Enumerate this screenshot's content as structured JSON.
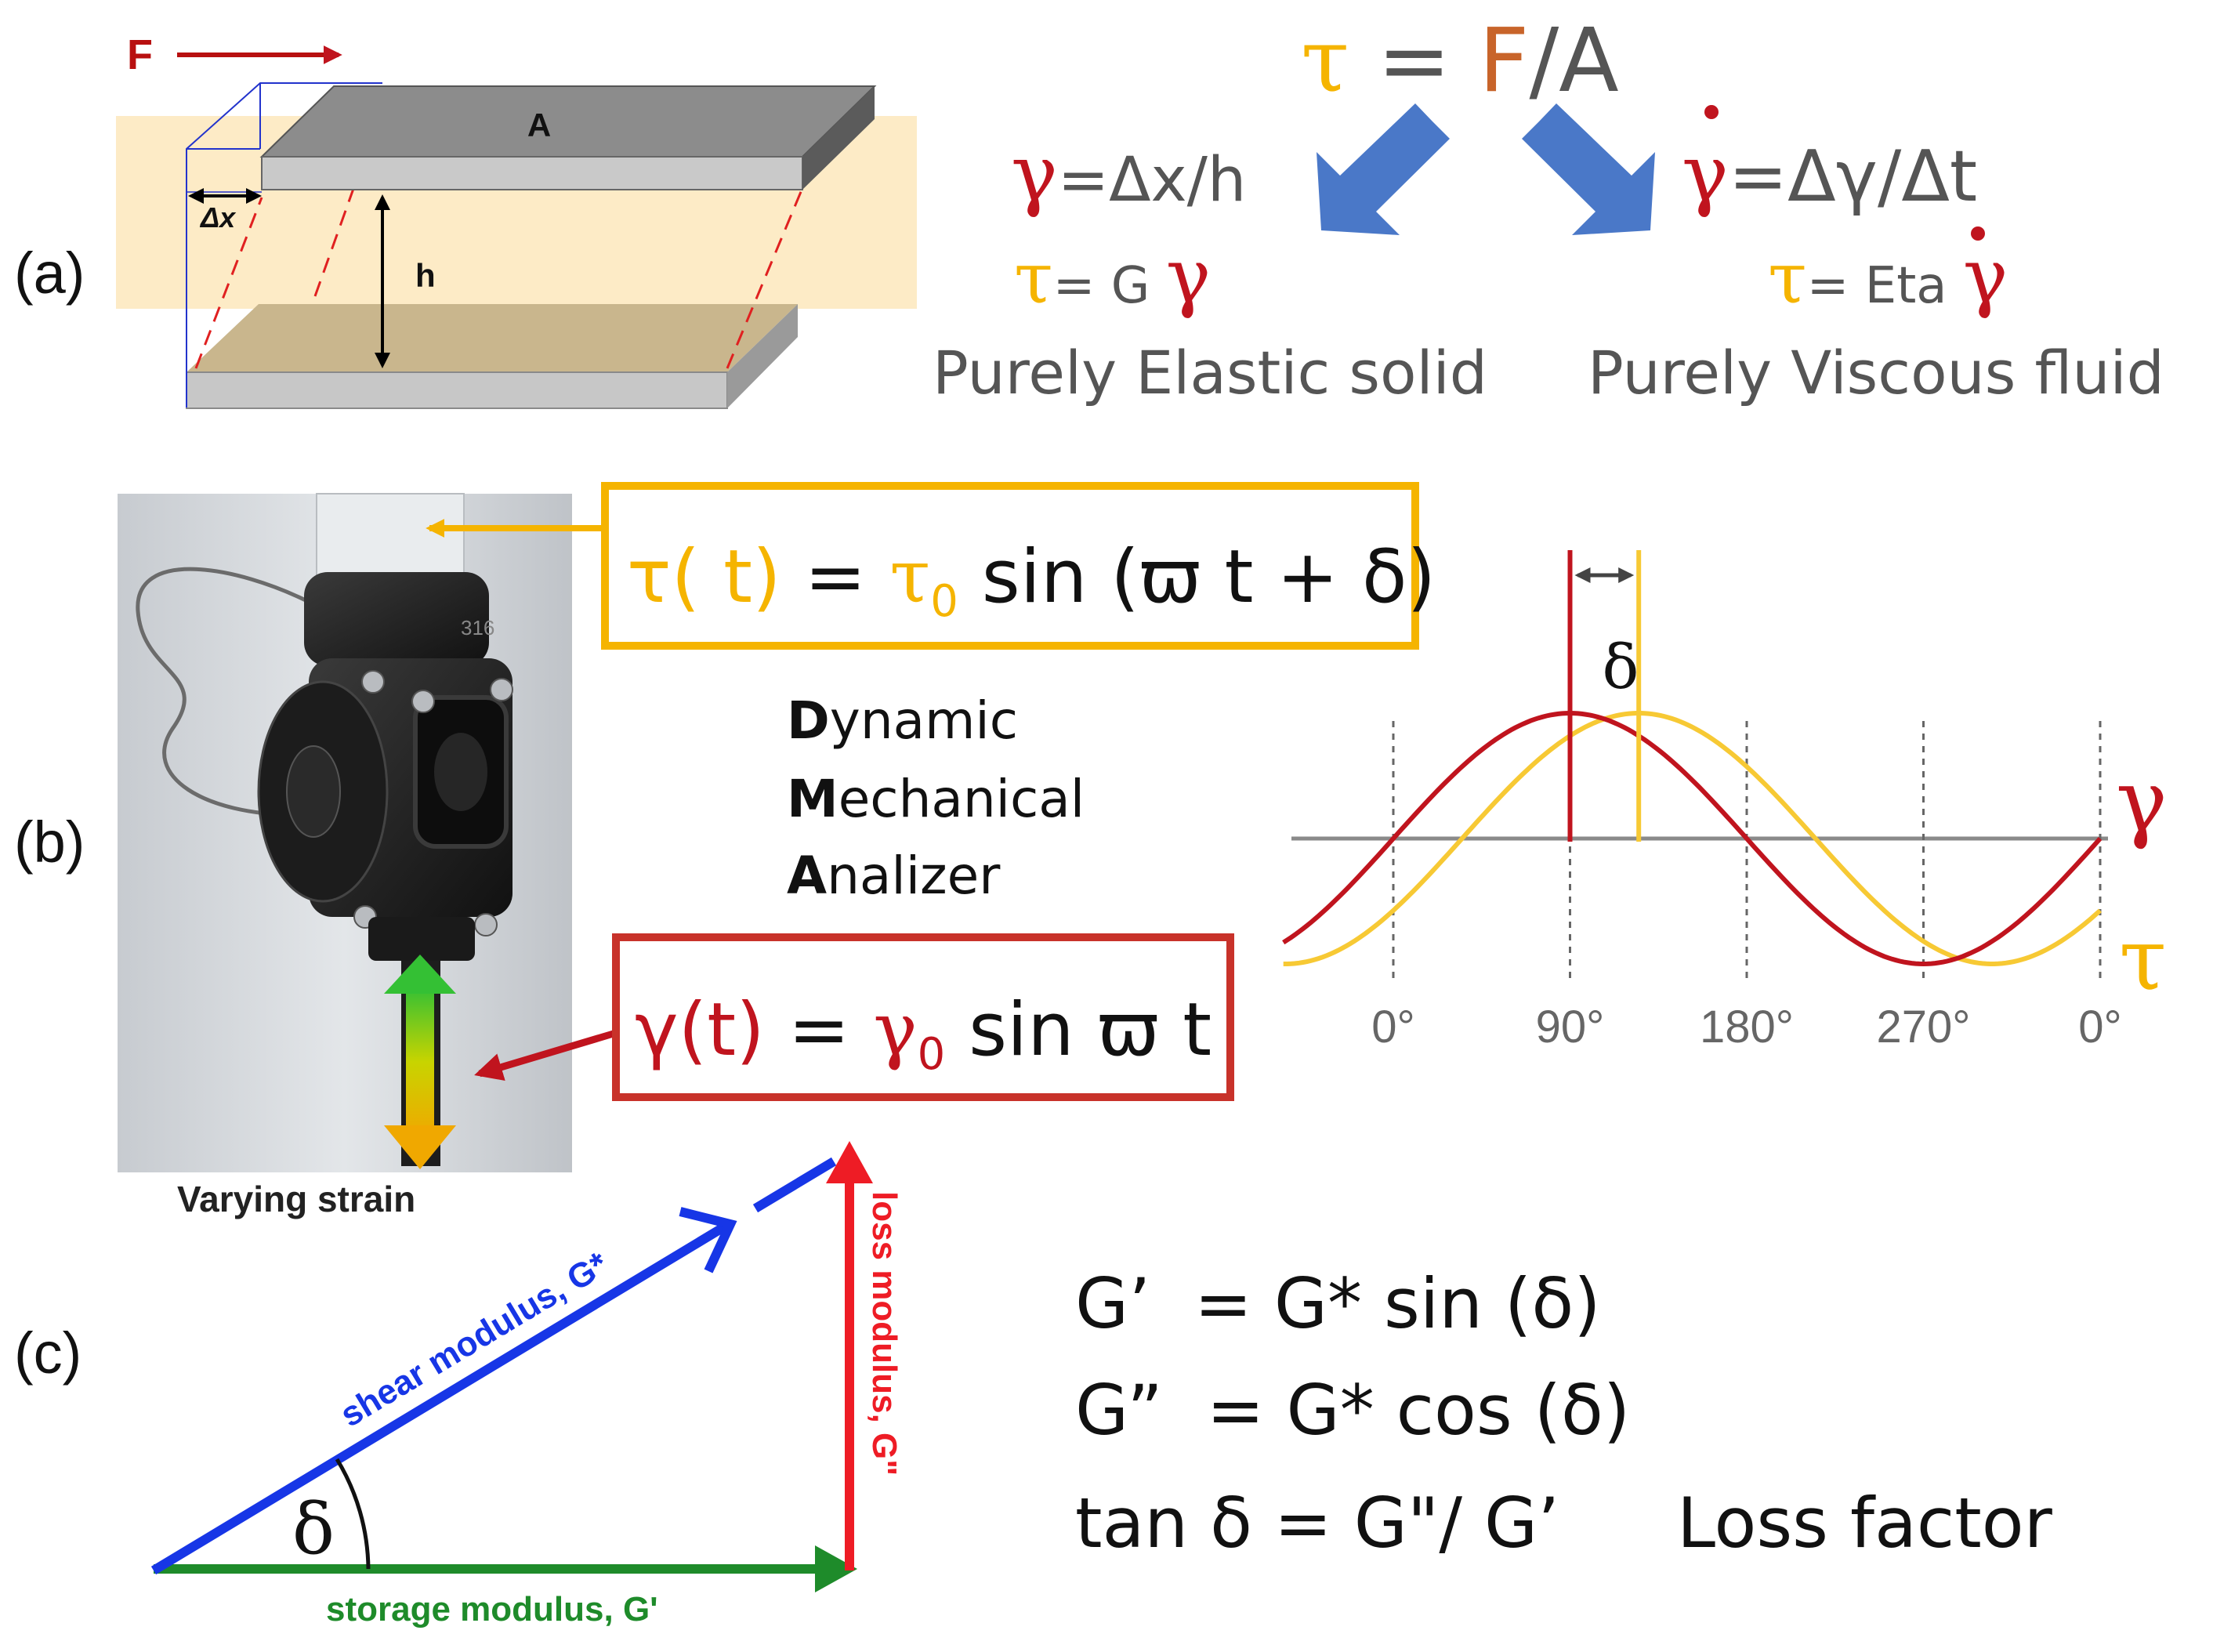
{
  "colors": {
    "red": "#c0141e",
    "bright_red": "#ee1c25",
    "yellow": "#f5b400",
    "orange": "#c8642a",
    "blue": "#4472c4",
    "diagram_blue": "#1736e6",
    "green": "#1e8b2a",
    "gray_text": "#555555",
    "tan": "#fdebc6"
  },
  "panel_labels": {
    "a": "(a)",
    "b": "(b)",
    "c": "(c)"
  },
  "panel_a": {
    "force_label": "F",
    "area_label": "A",
    "dx_label": "Δx",
    "height_label": "h",
    "main_eq": {
      "tau": "τ",
      "eq": " = ",
      "F": "F",
      "slash_A": "/A"
    },
    "left": {
      "gamma": "γ",
      "def_rest": "=Δx/h",
      "tau": "τ",
      "law_mid": "= G ",
      "gamma2": "γ",
      "caption": "Purely Elastic solid"
    },
    "right": {
      "gamma_dot": "γ",
      "def_rest": "=Δγ/Δt",
      "tau": "τ",
      "law_mid": "= Eta ",
      "gamma_dot2": "γ",
      "caption": "Purely Viscous fluid"
    }
  },
  "panel_b": {
    "instrument_label": "316",
    "varying_strain": "Varying strain",
    "stress_eq": {
      "lhs": "τ( t)",
      "eq": " = ",
      "tau": "τ",
      "sub": "0",
      "rest": " sin (ϖ t + δ)"
    },
    "strain_eq": {
      "lhs": "γ(t)",
      "eq": " = ",
      "gamma": "γ",
      "sub": "0",
      "rest": " sin ϖ t"
    },
    "dma": [
      {
        "initial": "D",
        "rest": "ynamic"
      },
      {
        "initial": "M",
        "rest": "echanical"
      },
      {
        "initial": "A",
        "rest": "nalizer"
      }
    ],
    "wave": {
      "delta": "δ",
      "gamma_label": "γ",
      "tau_label": "τ",
      "ticks": [
        "0°",
        "90°",
        "180°",
        "270°",
        "0°"
      ],
      "phase_lag_deg": 35
    }
  },
  "panel_c": {
    "shear": "shear modulus, G*",
    "loss": "loss modulus, G\"",
    "storage": "storage modulus, G'",
    "delta": "δ",
    "eq1": "G’  = G* sin (δ)",
    "eq2": "G”  = G* cos (δ)",
    "eq3": "tan δ = G\"/ G’",
    "loss_factor": "Loss factor"
  }
}
